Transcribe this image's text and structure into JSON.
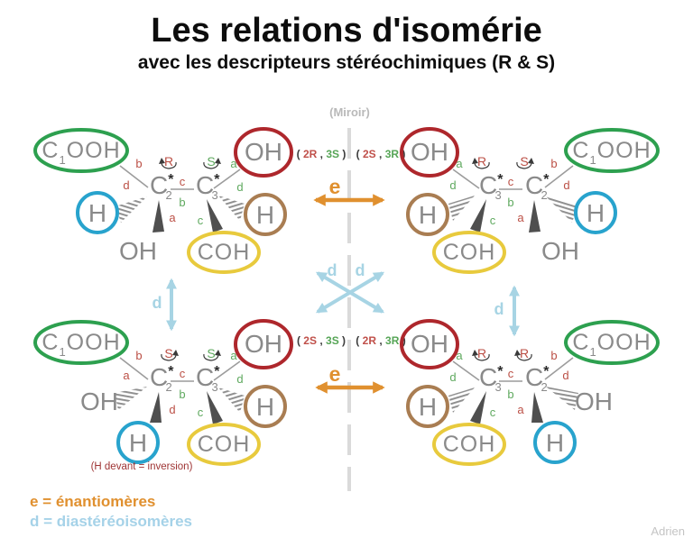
{
  "title": "Les relations d'isomérie",
  "subtitle": "avec les descripteurs stéréochimiques (R & S)",
  "mirror_label": "(Miroir)",
  "watermark": "Adrien",
  "inversion_note": "(H devant = inversion)",
  "legend": {
    "e_line": "e = énantiomères",
    "d_line": "d = diastéréoisomères"
  },
  "relation_labels": {
    "e_top": "e",
    "e_bottom": "e",
    "d_cross_left": "d",
    "d_cross_right": "d",
    "d_left": "d",
    "d_right": "d"
  },
  "descriptors": {
    "top_left": {
      "open": "(",
      "c2": "2R",
      "comma": ",",
      "c3": "3S",
      "close": ")"
    },
    "top_right": {
      "open": "(",
      "c2": "2S",
      "comma": ",",
      "c3": "3R",
      "close": ")"
    },
    "bottom_left": {
      "open": "(",
      "c2": "2S",
      "comma": ",",
      "c3": "3S",
      "close": ")"
    },
    "bottom_right": {
      "open": "(",
      "c2": "2R",
      "comma": ",",
      "c3": "3R",
      "close": ")"
    }
  },
  "colors": {
    "oval_green": "#2da04f",
    "oval_red": "#ae272c",
    "circle_blue": "#28a3cd",
    "circle_brown": "#a97d52",
    "oval_yellow": "#e8ca3d",
    "arrow_orange": "#e0902f",
    "arrow_light_blue": "#a7d4e4",
    "priority_c2_red": "#bb4f45",
    "priority_c3_green": "#5fa95f"
  },
  "molecules": {
    "top_left": {
      "cooh": {
        "c": "C",
        "sub": "1",
        "rest": "OOH"
      },
      "oh_oval": "OH",
      "h_side_left": "H",
      "h_side_right": "H",
      "coh": "COH",
      "oh_plain": "OH",
      "c_left": {
        "c": "C",
        "star": "*",
        "sub": "2"
      },
      "c_right": {
        "c": "C",
        "star": "*",
        "sub": "3"
      },
      "rs_left": "R",
      "rs_right": "S",
      "labels": {
        "cooh_bond": "b",
        "oh_bond": "a",
        "hash_left": "d",
        "bond_top": "c",
        "bond_bottom": "b",
        "wedge_left": "a",
        "wedge_right": "c",
        "hash_right": "d"
      }
    },
    "top_right": {
      "cooh": {
        "c": "C",
        "sub": "1",
        "rest": "OOH"
      },
      "oh_oval": "OH",
      "h_side_left": "H",
      "h_side_right": "H",
      "coh": "COH",
      "oh_plain": "OH",
      "c_left": {
        "c": "C",
        "star": "*",
        "sub": "3"
      },
      "c_right": {
        "c": "C",
        "star": "*",
        "sub": "2"
      },
      "rs_left": "R",
      "rs_right": "S",
      "labels": {
        "oh_bond": "a",
        "cooh_bond": "b",
        "hash_left": "d",
        "bond_top": "c",
        "bond_bottom": "b",
        "wedge_left": "c",
        "wedge_right": "a",
        "hash_right": "d"
      }
    },
    "bottom_left": {
      "cooh": {
        "c": "C",
        "sub": "1",
        "rest": "OOH"
      },
      "oh_oval": "OH",
      "h_down": "H",
      "h_side_right": "H",
      "coh": "COH",
      "oh_plain": "OH",
      "c_left": {
        "c": "C",
        "star": "*",
        "sub": "2"
      },
      "c_right": {
        "c": "C",
        "star": "*",
        "sub": "3"
      },
      "rs_left": "S",
      "rs_right": "S",
      "labels": {
        "cooh_bond": "b",
        "oh_bond": "a",
        "hash_left": "a",
        "bond_top": "c",
        "bond_bottom": "b",
        "wedge_left": "d",
        "wedge_right": "c",
        "hash_right": "d"
      }
    },
    "bottom_right": {
      "cooh": {
        "c": "C",
        "sub": "1",
        "rest": "OOH"
      },
      "oh_oval": "OH",
      "h_down": "H",
      "h_side_left": "H",
      "coh": "COH",
      "oh_plain": "OH",
      "c_left": {
        "c": "C",
        "star": "*",
        "sub": "3"
      },
      "c_right": {
        "c": "C",
        "star": "*",
        "sub": "2"
      },
      "rs_left": "R",
      "rs_right": "R",
      "labels": {
        "oh_bond": "a",
        "cooh_bond": "b",
        "hash_left": "d",
        "bond_top": "c",
        "bond_bottom": "b",
        "wedge_left": "c",
        "wedge_right": "a",
        "hash_right": "d"
      }
    }
  }
}
